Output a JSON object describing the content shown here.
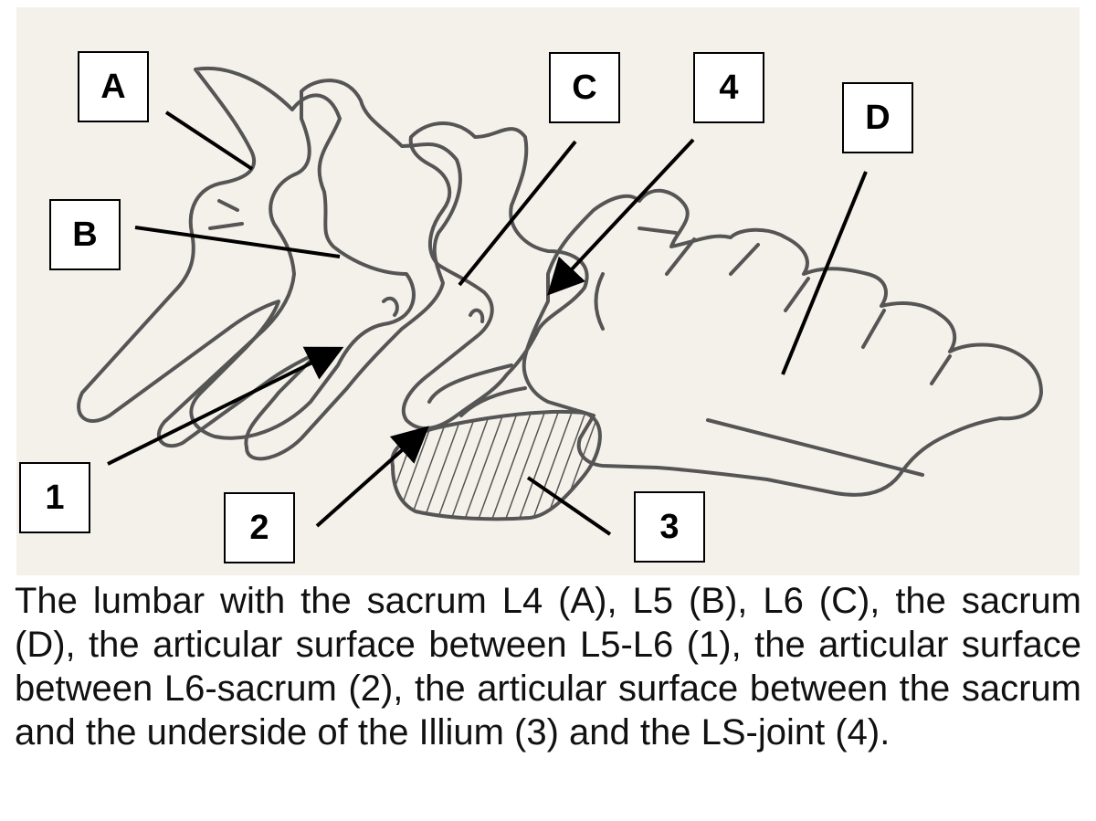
{
  "colors": {
    "background": "#f4f1ea",
    "ink": "#555555",
    "pointer": "#000000"
  },
  "labels": {
    "A": "A",
    "B": "B",
    "C": "C",
    "D": "D",
    "n1": "1",
    "n2": "2",
    "n3": "3",
    "n4": "4"
  },
  "caption": "The lumbar with the sacrum L4 (A), L5 (B), L6 (C), the sacrum (D), the articular surface between L5-L6 (1), the articular surface between L6-sacrum (2), the articular surface between the sacrum and the underside of the Illium (3) and the LS-joint (4)."
}
